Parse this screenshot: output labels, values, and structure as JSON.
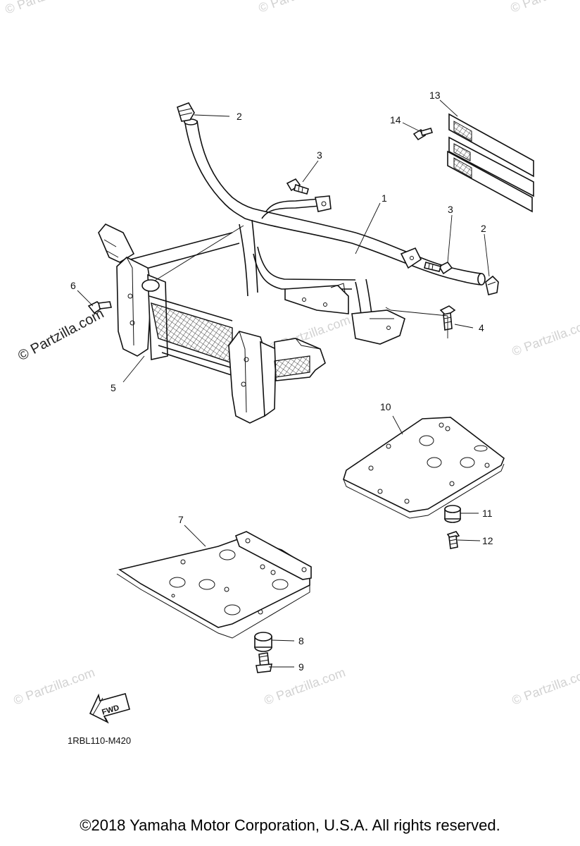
{
  "diagram": {
    "labels": [
      {
        "id": "1",
        "text": "1"
      },
      {
        "id": "2a",
        "text": "2"
      },
      {
        "id": "2b",
        "text": "2"
      },
      {
        "id": "3a",
        "text": "3"
      },
      {
        "id": "3b",
        "text": "3"
      },
      {
        "id": "4",
        "text": "4"
      },
      {
        "id": "5",
        "text": "5"
      },
      {
        "id": "6",
        "text": "6"
      },
      {
        "id": "7",
        "text": "7"
      },
      {
        "id": "8",
        "text": "8"
      },
      {
        "id": "9",
        "text": "9"
      },
      {
        "id": "10",
        "text": "10"
      },
      {
        "id": "11",
        "text": "11"
      },
      {
        "id": "12",
        "text": "12"
      },
      {
        "id": "13",
        "text": "13"
      },
      {
        "id": "14",
        "text": "14"
      }
    ],
    "fwd_text": "FWD",
    "diagram_code": "1RBL110-M420",
    "watermark": "© Partzilla.com",
    "watermark_small": "© Partzilla.com"
  },
  "footer": {
    "copyright": "©2018  Yamaha Motor Corporation, U.S.A. All rights reserved."
  }
}
